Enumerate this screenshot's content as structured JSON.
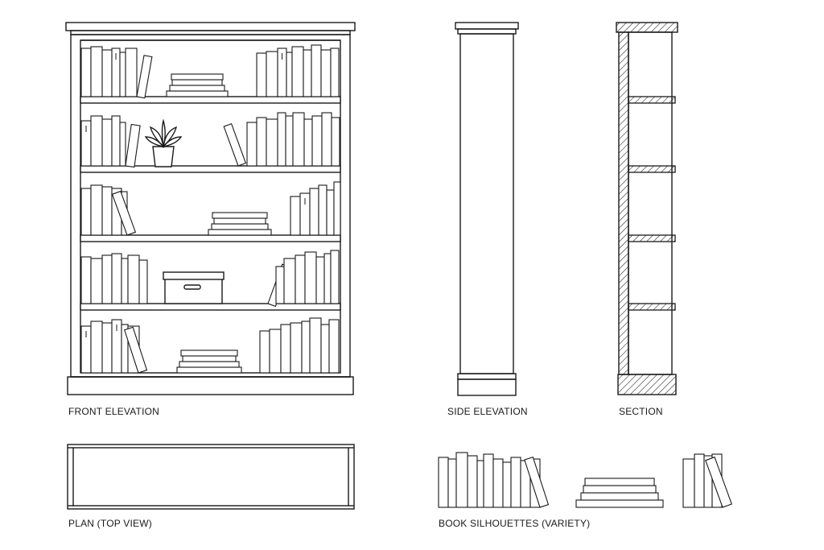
{
  "labels": {
    "front": "FRONT ELEVATION",
    "side": "SIDE ELEVATION",
    "section": "SECTION",
    "plan": "PLAN (TOP VIEW)",
    "books": "BOOK SILHOUETTES (VARIETY)"
  },
  "colors": {
    "line": "#1a1a1a",
    "background": "#ffffff"
  }
}
